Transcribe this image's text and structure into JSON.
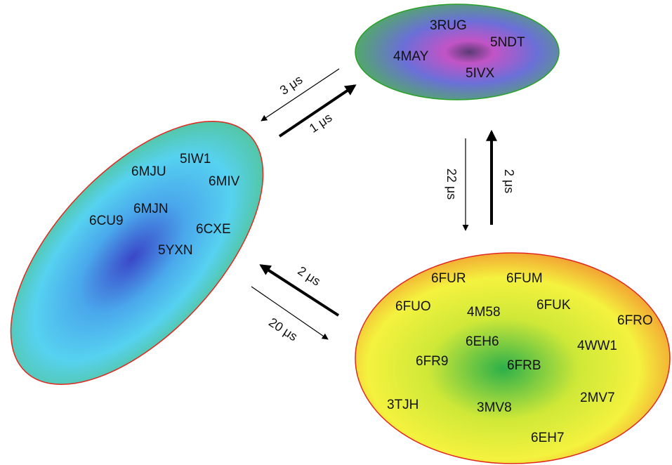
{
  "clusters": {
    "top": {
      "codes": [
        "3RUG",
        "5NDT",
        "4MAY",
        "5IVX"
      ],
      "colors": {
        "center": "#5a3b74",
        "mid": "#c254c6",
        "ring": "#6b6fd8",
        "edge": "#4fb15a",
        "border": "#2aa02a"
      }
    },
    "left": {
      "codes": [
        "5IW1",
        "6MJU",
        "6MIV",
        "6MJN",
        "6CU9",
        "6CXE",
        "5YXN"
      ],
      "colors": {
        "center": "#3a46c8",
        "mid": "#4aa8ec",
        "ring": "#56d2f0",
        "edge": "#52bf78",
        "border": "#e0281e"
      }
    },
    "bottom": {
      "codes": [
        "6FUR",
        "6FUM",
        "6FUO",
        "4M58",
        "6FUK",
        "6FRO",
        "6EH6",
        "4WW1",
        "6FR9",
        "6FRB",
        "3TJH",
        "3MV8",
        "2MV7",
        "6EH7"
      ],
      "colors": {
        "center": "#2cb04a",
        "mid": "#cfe838",
        "ring": "#f4f23e",
        "edge": "#f28a30",
        "border": "#e0281e"
      }
    }
  },
  "rates": {
    "top_to_left": "3 μs",
    "left_to_top": "1 μs",
    "top_to_bottom": "22 μs",
    "bottom_to_top": "2 μs",
    "bottom_to_left": "2 μs",
    "left_to_bottom": "20 μs"
  }
}
